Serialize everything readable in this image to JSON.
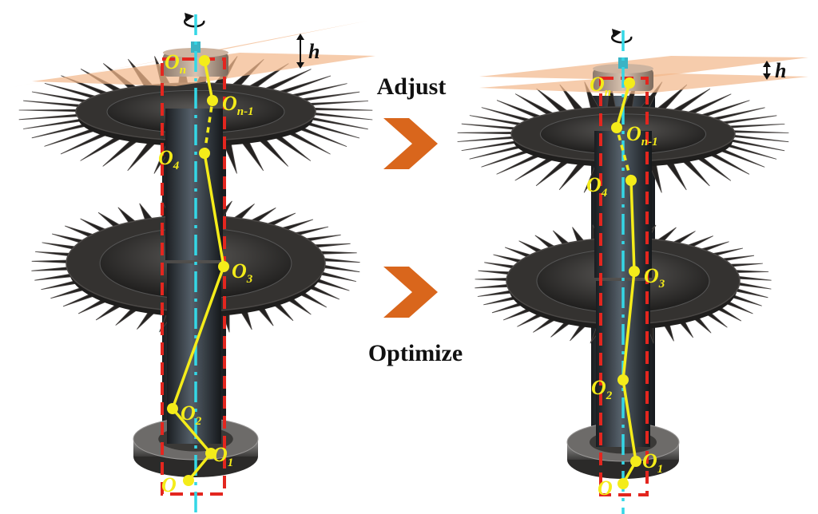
{
  "colors": {
    "plane": "#f2b88c",
    "dashed_box": "#e3261f",
    "axis": "#34d7e6",
    "polyline": "#f4ec1a",
    "arrow": "#d9661c",
    "turbine": "#2e2c2a"
  },
  "icons": [
    "rotation-arrow-icon",
    "double-arrow-icon",
    "chevron-right-icon"
  ],
  "arrows": {
    "adjust": "Adjust",
    "optimize": "Optimize"
  },
  "height_label": "h",
  "left": {
    "points": [
      {
        "id": "n",
        "main": "O",
        "sub": "n"
      },
      {
        "id": "n1",
        "main": "O",
        "sub": "n-1"
      },
      {
        "id": "4",
        "main": "O",
        "sub": "4"
      },
      {
        "id": "3",
        "main": "O",
        "sub": "3"
      },
      {
        "id": "2",
        "main": "O",
        "sub": "2"
      },
      {
        "id": "1",
        "main": "O",
        "sub": "1"
      },
      {
        "id": "0",
        "main": "O",
        "sub": ""
      }
    ]
  },
  "right": {
    "points": [
      {
        "id": "n",
        "main": "O",
        "sub": "n"
      },
      {
        "id": "n1",
        "main": "O",
        "sub": "n-1"
      },
      {
        "id": "4",
        "main": "O",
        "sub": "4"
      },
      {
        "id": "3",
        "main": "O",
        "sub": "3"
      },
      {
        "id": "2",
        "main": "O",
        "sub": "2"
      },
      {
        "id": "1",
        "main": "O",
        "sub": "1"
      },
      {
        "id": "0",
        "main": "O",
        "sub": ""
      }
    ]
  }
}
